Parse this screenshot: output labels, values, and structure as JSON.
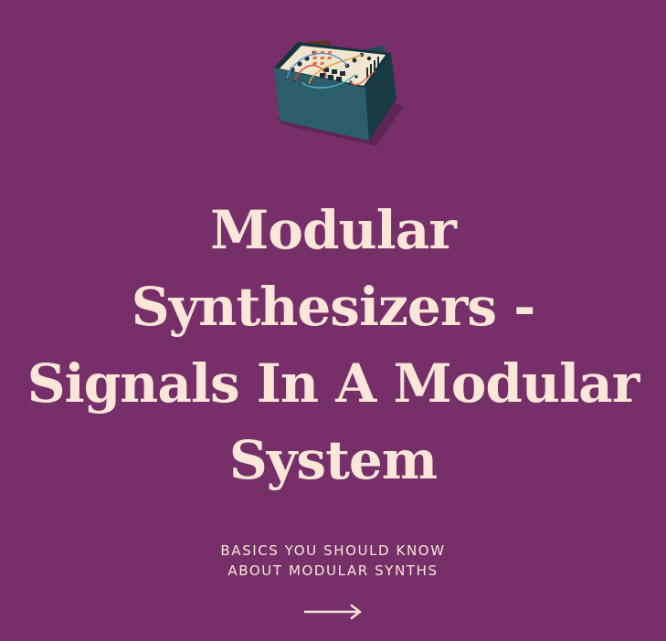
{
  "title": {
    "lines": [
      "Modular",
      "Synthesizers -",
      "Signals In A Modular",
      "System"
    ]
  },
  "subtitle": {
    "lines": [
      "BASICS YOU SHOULD KNOW",
      "ABOUT MODULAR SYNTHS"
    ]
  },
  "icons": {
    "illustration": "modular-synthesizer-icon",
    "next": "right-arrow-icon"
  },
  "colors": {
    "background": "#762f68",
    "text": "#fbe6d8"
  }
}
